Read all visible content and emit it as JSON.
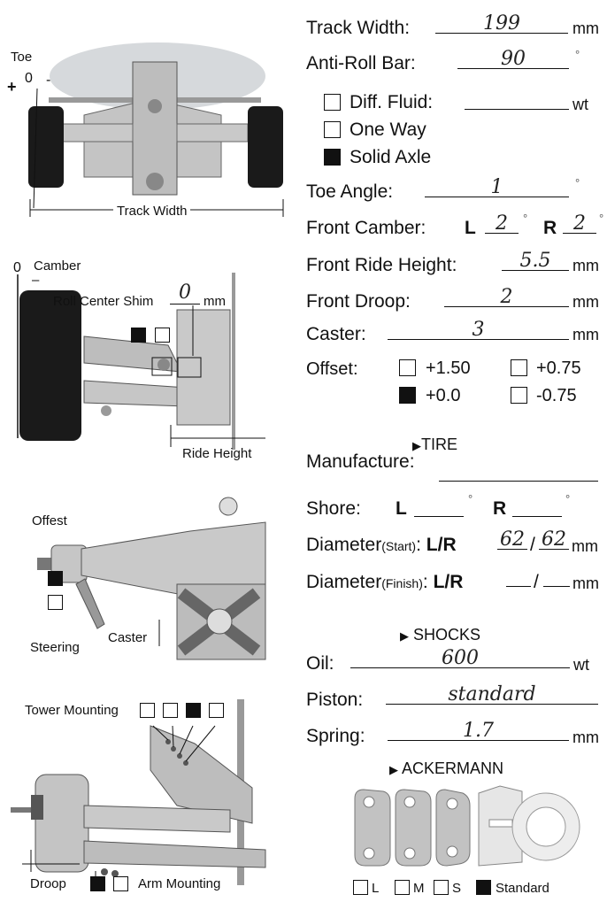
{
  "diagram_labels": {
    "toe": "Toe",
    "toe_plus": "+",
    "toe_zero": "0",
    "toe_minus": "-",
    "track_width": "Track Width",
    "camber_zero": "0",
    "camber": "Camber",
    "camber_minus": "–",
    "roll_center_shim": "Roll Center Shim",
    "roll_center_value": "0",
    "roll_center_unit": "mm",
    "ride_height": "Ride Height",
    "offest": "Offest",
    "steering": "Steering",
    "caster": "Caster",
    "tower_mounting": "Tower Mounting",
    "droop": "Droop",
    "arm_mounting": "Arm Mounting"
  },
  "form": {
    "track_width": {
      "label": "Track Width:",
      "value": "199",
      "unit": "mm"
    },
    "anti_roll_bar": {
      "label": "Anti-Roll Bar:",
      "value": "90",
      "unit": "°"
    },
    "diff_fluid": {
      "label": "Diff. Fluid:",
      "value": "",
      "unit": "wt",
      "checked": false
    },
    "one_way": {
      "label": "One Way",
      "checked": false
    },
    "solid_axle": {
      "label": "Solid Axle",
      "checked": true
    },
    "toe_angle": {
      "label": "Toe Angle:",
      "value": "1",
      "unit": "°"
    },
    "front_camber": {
      "label": "Front Camber:",
      "l_label": "L",
      "l_value": "2",
      "r_label": "R",
      "r_value": "2",
      "unit": "°"
    },
    "front_ride_height": {
      "label": "Front Ride Height:",
      "value": "5.5",
      "unit": "mm"
    },
    "front_droop": {
      "label": "Front Droop:",
      "value": "2",
      "unit": "mm"
    },
    "caster": {
      "label": "Caster:",
      "value": "3",
      "unit": "mm"
    },
    "offset": {
      "label": "Offset:",
      "options": [
        {
          "label": "+1.50",
          "checked": false
        },
        {
          "label": "+0.75",
          "checked": false
        },
        {
          "label": "+0.0",
          "checked": true
        },
        {
          "label": "-0.75",
          "checked": false
        }
      ]
    },
    "tire": {
      "section": "TIRE",
      "manufacture_label": "Manufacture:",
      "manufacture_value": "",
      "shore_label": "Shore:",
      "shore_l": "L",
      "shore_r": "R",
      "shore_l_value": "",
      "shore_r_value": "",
      "diam_start_label": "Diameter",
      "diam_start_sub": "(Start)",
      "diam_finish_label": "Diameter",
      "diam_finish_sub": "(Finish)",
      "lr_label": "L/R",
      "diam_start_l": "62",
      "diam_start_r": "62",
      "diam_finish_l": "",
      "diam_finish_r": "",
      "slash": "/",
      "unit": "mm",
      "colon": ":"
    },
    "shocks": {
      "section": "SHOCKS",
      "oil_label": "Oil:",
      "oil_value": "600",
      "oil_unit": "wt",
      "piston_label": "Piston:",
      "piston_value": "standard",
      "spring_label": "Spring:",
      "spring_value": "1.7",
      "spring_unit": "mm"
    },
    "ackermann": {
      "section": "ACKERMANN",
      "options": [
        {
          "label": "L",
          "checked": false
        },
        {
          "label": "M",
          "checked": false
        },
        {
          "label": "S",
          "checked": false
        },
        {
          "label": "Standard",
          "checked": true
        }
      ]
    }
  },
  "checkboxes": {
    "roll_center": [
      true,
      false
    ],
    "steering": [
      true,
      false
    ],
    "tower_mounting": [
      false,
      false,
      true,
      false
    ],
    "arm_mounting": [
      true,
      false
    ]
  },
  "triangle": "▶",
  "colors": {
    "ink": "#111111",
    "part": "#b8b8b8",
    "tire": "#1a1a1a",
    "body_shell": "#d6d9dc"
  }
}
